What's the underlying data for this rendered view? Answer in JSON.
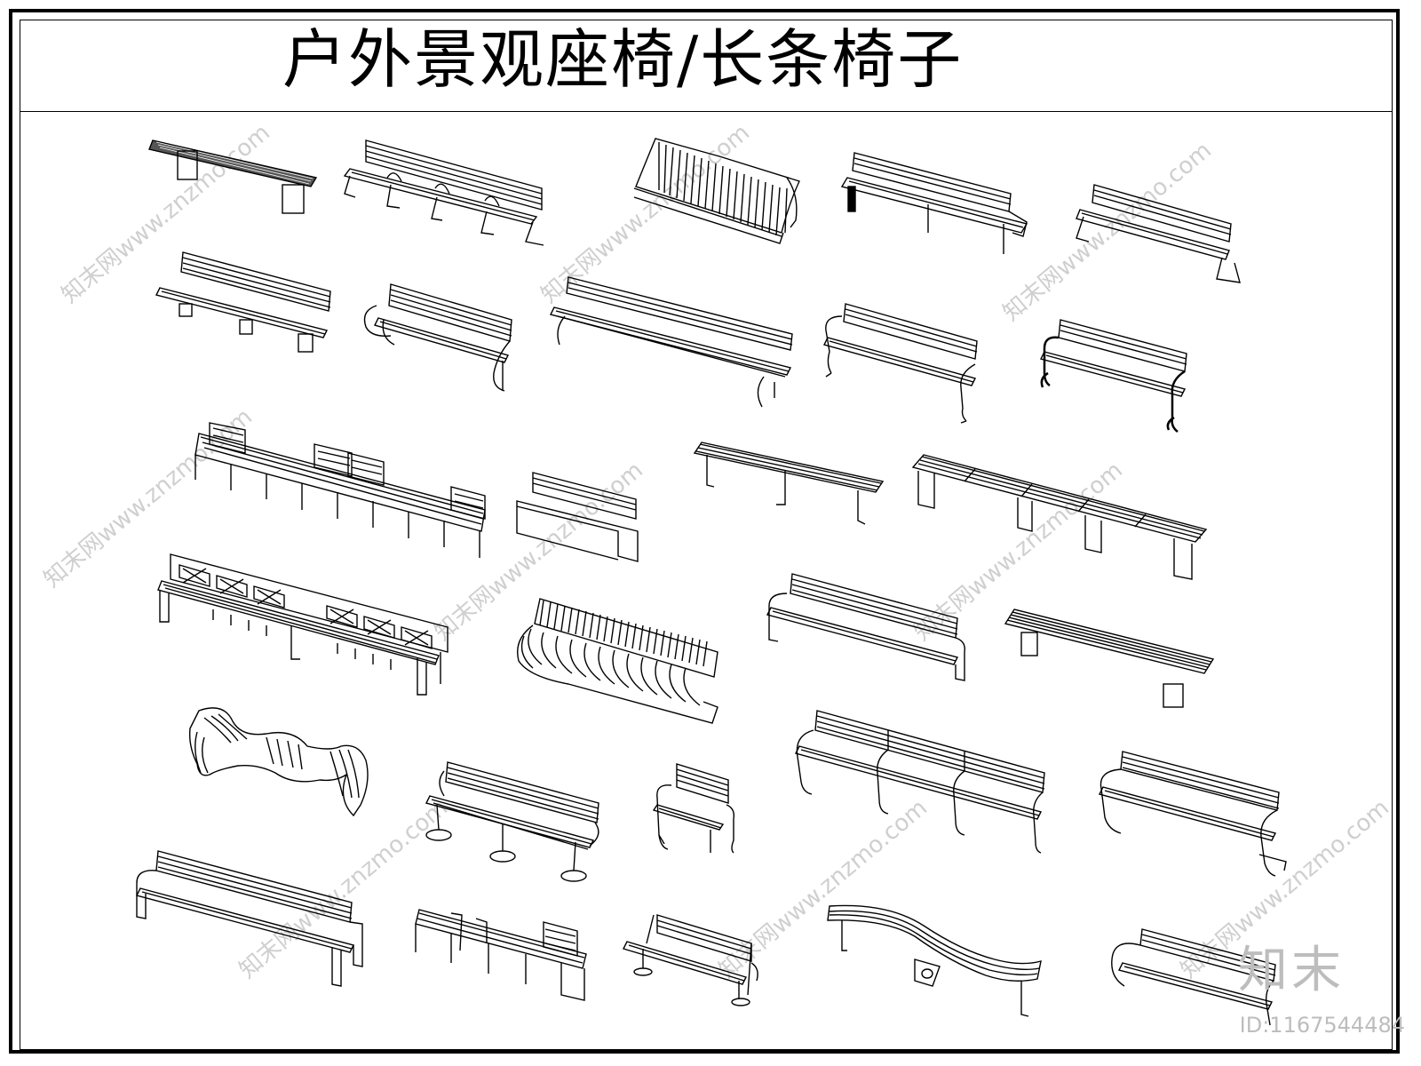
{
  "drawing": {
    "title": "户外景观座椅/长条椅子"
  },
  "watermark": {
    "site_text": "知末网www.znzmo.com",
    "logo_text": "知末",
    "image_id": "ID:1167544484"
  },
  "benches": [
    {
      "name": "flat-slat-bench-concrete-base"
    },
    {
      "name": "long-bench-curved-dividers"
    },
    {
      "name": "curved-lattice-double-bench"
    },
    {
      "name": "long-backed-bench"
    },
    {
      "name": "backed-bench-end-legs"
    },
    {
      "name": "backed-bench-pedestal-feet"
    },
    {
      "name": "scroll-arm-bench"
    },
    {
      "name": "long-slat-bench"
    },
    {
      "name": "classic-armrest-bench"
    },
    {
      "name": "cast-iron-armrest-bench"
    },
    {
      "name": "modular-bench-with-backs"
    },
    {
      "name": "block-base-backed-bench"
    },
    {
      "name": "flat-bench-steel-legs"
    },
    {
      "name": "long-flat-bench-frame-legs"
    },
    {
      "name": "ornamental-panel-bench"
    },
    {
      "name": "wave-slat-lounge-bench"
    },
    {
      "name": "armrest-bench-box-frame"
    },
    {
      "name": "flat-slat-bench-block-base"
    },
    {
      "name": "sculpted-wave-seat"
    },
    {
      "name": "bench-disc-feet"
    },
    {
      "name": "single-armchair"
    },
    {
      "name": "long-curved-leg-bench"
    },
    {
      "name": "curved-backed-bench"
    },
    {
      "name": "box-arm-bench"
    },
    {
      "name": "modular-box-bench"
    },
    {
      "name": "post-mounted-bench"
    },
    {
      "name": "serpentine-bench"
    },
    {
      "name": "curved-end-bench"
    }
  ]
}
